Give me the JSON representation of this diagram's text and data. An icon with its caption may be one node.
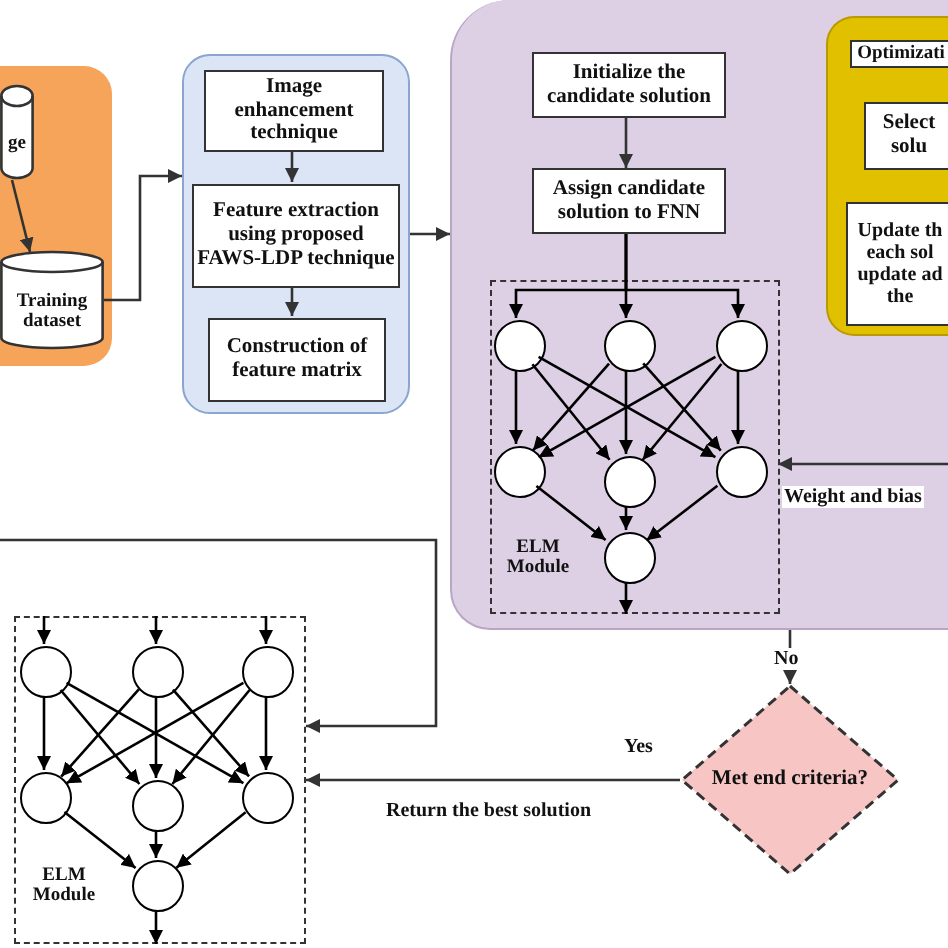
{
  "diagram": {
    "nodes": [
      {
        "text": [],
        "shape": "box"
      },
      {
        "text": [
          "ge"
        ],
        "in": 0
      },
      {
        "text": [
          "Training dataset"
        ],
        "in": 0
      },
      {
        "text": [],
        "shape": "box"
      },
      {
        "text": [
          "Image enhancement technique"
        ],
        "in": 3
      },
      {
        "text": [
          "Feature extraction using proposed FAWS-LDP technique"
        ],
        "in": 3
      },
      {
        "text": [
          "Construction of feature matrix"
        ],
        "in": 3
      },
      {
        "text": [],
        "shape": "box"
      },
      {
        "text": [
          "Initialize the candidate solution"
        ],
        "in": 7
      },
      {
        "text": [
          "Assign candidate solution to FNN"
        ],
        "in": 7
      },
      {
        "text": [
          "Optimizati"
        ],
        "in": 7
      },
      {
        "text": [
          "Select solu"
        ],
        "in": 10
      },
      {
        "text": [
          "Update th each sol update ad the"
        ],
        "in": 10
      },
      {
        "text": [
          "ELM Module"
        ],
        "in": 7
      },
      {
        "text": [],
        "shape": "circle",
        "in": 13
      },
      {
        "text": [],
        "shape": "circle",
        "in": 13
      },
      {
        "text": [],
        "shape": "circle",
        "in": 13
      },
      {
        "text": [],
        "shape": "circle",
        "in": 13
      },
      {
        "text": [],
        "shape": "circle",
        "in": 13
      },
      {
        "text": [],
        "shape": "circle",
        "in": 13
      },
      {
        "text": [],
        "shape": "circle",
        "in": 13
      },
      {
        "text": [
          "Met end criteria?"
        ]
      },
      {
        "text": [
          "ELM Module"
        ]
      },
      {
        "text": [],
        "shape": "circle",
        "in": 22
      },
      {
        "text": [],
        "shape": "circle",
        "in": 22
      },
      {
        "text": [],
        "shape": "circle",
        "in": 22
      },
      {
        "text": [],
        "shape": "circle",
        "in": 22
      },
      {
        "text": [],
        "shape": "circle",
        "in": 22
      },
      {
        "text": [],
        "shape": "circle",
        "in": 22
      },
      {
        "text": [],
        "shape": "circle",
        "in": 22
      }
    ],
    "edges": [
      {
        "from": 1,
        "to": 2,
        "arrow": "to"
      },
      {
        "from": 2,
        "to": 3,
        "arrow": "to"
      },
      {
        "from": 4,
        "to": 5,
        "arrow": "to"
      },
      {
        "from": 5,
        "to": 6,
        "arrow": "to"
      },
      {
        "from": 3,
        "to": 7,
        "arrow": "to"
      },
      {
        "from": 8,
        "to": 9,
        "arrow": "to"
      },
      {
        "from": 9,
        "to": 14,
        "arrow": "to"
      },
      {
        "from": 9,
        "to": 15,
        "arrow": "to"
      },
      {
        "from": 9,
        "to": 16,
        "arrow": "to"
      },
      {
        "from": 14,
        "to": 17,
        "arrow": "to"
      },
      {
        "from": 14,
        "to": 18,
        "arrow": "to"
      },
      {
        "from": 14,
        "to": 19,
        "arrow": "to"
      },
      {
        "from": 15,
        "to": 17,
        "arrow": "to"
      },
      {
        "from": 15,
        "to": 18,
        "arrow": "to"
      },
      {
        "from": 15,
        "to": 19,
        "arrow": "to"
      },
      {
        "from": 16,
        "to": 17,
        "arrow": "to"
      },
      {
        "from": 16,
        "to": 18,
        "arrow": "to"
      },
      {
        "from": 16,
        "to": 19,
        "arrow": "to"
      },
      {
        "from": 17,
        "to": 20,
        "arrow": "to"
      },
      {
        "from": 18,
        "to": 20,
        "arrow": "to"
      },
      {
        "from": 19,
        "to": 20,
        "arrow": "to"
      },
      {
        "from": 20,
        "to": null,
        "arrow": "to"
      },
      {
        "from": null,
        "to": 13,
        "arrow": "to",
        "label": "Weight and bias"
      },
      {
        "from": 7,
        "to": 21,
        "arrow": "to",
        "label": "No"
      },
      {
        "from": 21,
        "to": 22,
        "arrow": "to",
        "label": "Yes"
      },
      {
        "from": null,
        "to": 22,
        "arrow": "to"
      },
      {
        "from": null,
        "to": 23,
        "arrow": "to"
      },
      {
        "from": null,
        "to": 24,
        "arrow": "to"
      },
      {
        "from": null,
        "to": 25,
        "arrow": "to"
      },
      {
        "from": 23,
        "to": 26,
        "arrow": "to"
      },
      {
        "from": 23,
        "to": 27,
        "arrow": "to"
      },
      {
        "from": 23,
        "to": 28,
        "arrow": "to"
      },
      {
        "from": 24,
        "to": 26,
        "arrow": "to"
      },
      {
        "from": 24,
        "to": 27,
        "arrow": "to"
      },
      {
        "from": 24,
        "to": 28,
        "arrow": "to"
      },
      {
        "from": 25,
        "to": 26,
        "arrow": "to"
      },
      {
        "from": 25,
        "to": 27,
        "arrow": "to"
      },
      {
        "from": 25,
        "to": 28,
        "arrow": "to"
      },
      {
        "from": 26,
        "to": 29,
        "arrow": "to"
      },
      {
        "from": 27,
        "to": 29,
        "arrow": "to"
      },
      {
        "from": 28,
        "to": 29,
        "arrow": "to"
      },
      {
        "from": 29,
        "to": null,
        "arrow": "to"
      }
    ],
    "labels": [
      "Return the best solution"
    ]
  }
}
